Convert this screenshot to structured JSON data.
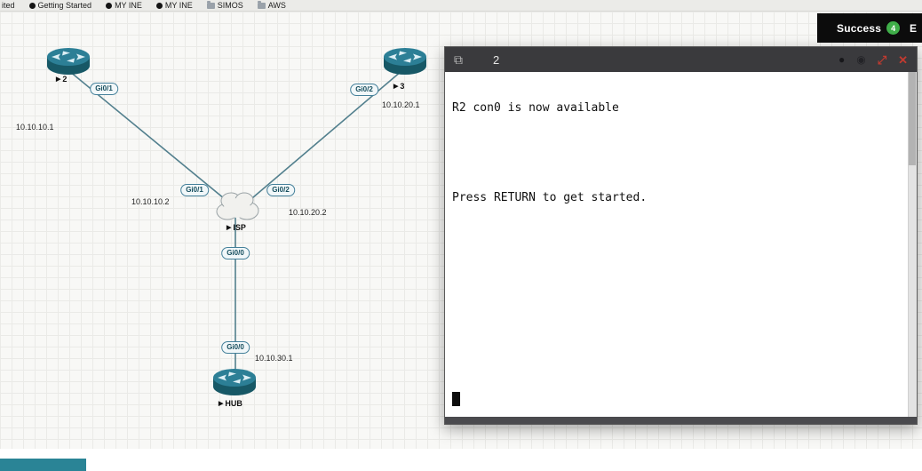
{
  "bookmarks_bar": {
    "items": [
      {
        "label": "ited"
      },
      {
        "label": "Getting Started"
      },
      {
        "label": "MY INE"
      },
      {
        "label": "MY INE"
      },
      {
        "label": "SIMOS"
      },
      {
        "label": "AWS"
      }
    ]
  },
  "notification": {
    "label": "Success",
    "count": "4",
    "overflow_text": "E",
    "badge_color": "#3fae49"
  },
  "topology": {
    "nodes": [
      {
        "id": "router-2",
        "label": "2",
        "type": "router"
      },
      {
        "id": "router-3",
        "label": "3",
        "type": "router"
      },
      {
        "id": "cloud-isp",
        "label": "ISP",
        "type": "cloud"
      },
      {
        "id": "router-hub",
        "label": "HUB",
        "type": "router"
      }
    ],
    "interface_labels": [
      "Gi0/1",
      "Gi0/2",
      "Gi0/1",
      "Gi0/2",
      "Gi0/0",
      "Gi0/0"
    ],
    "ip_labels": [
      "10.10.10.1",
      "10.10.20.1",
      "10.10.10.2",
      "10.10.20.2",
      "10.10.30.1"
    ]
  },
  "terminal": {
    "title": "2",
    "line1": "R2 con0 is now available",
    "line2": "Press RETURN to get started."
  },
  "icons": {
    "play": "▶",
    "popout": "⧉",
    "status": "●",
    "eye": "◉",
    "fullscreen": "⤢",
    "close": "✕"
  }
}
